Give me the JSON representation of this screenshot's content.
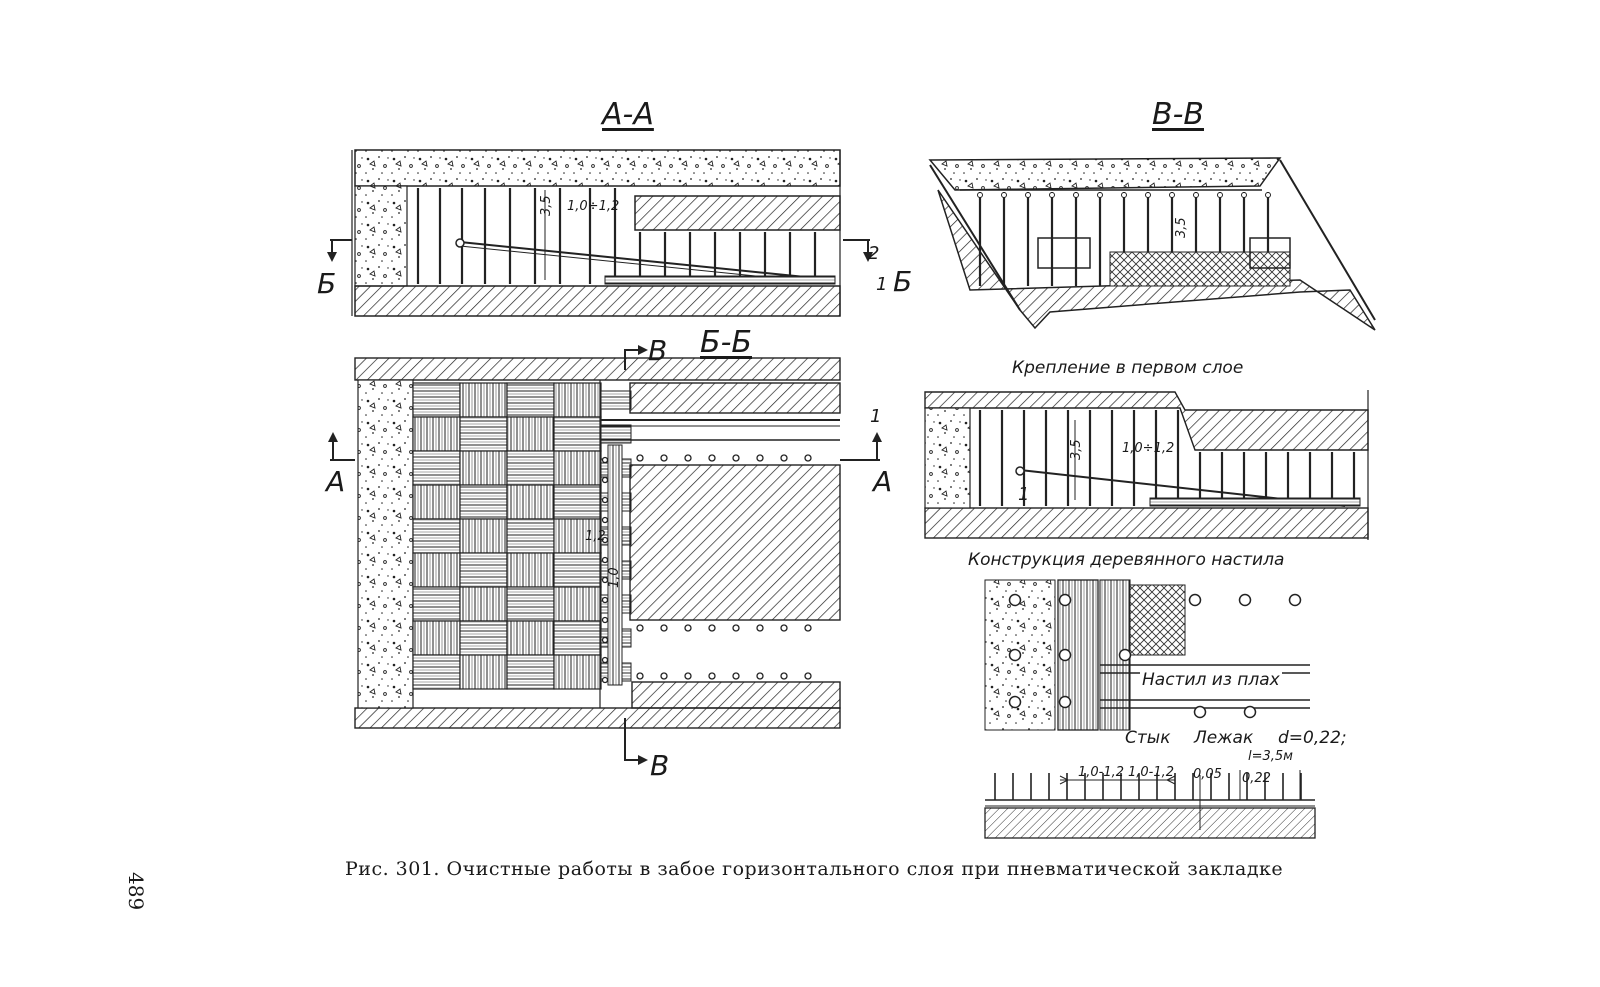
{
  "views": {
    "aa": {
      "title": "А-А"
    },
    "vv": {
      "title": "В-В"
    },
    "bb": {
      "title": "Б-Б"
    }
  },
  "section_markers": {
    "b": "Б",
    "a": "А",
    "v": "В"
  },
  "callouts": {
    "one": "1",
    "two": "2"
  },
  "dimensions": {
    "height": "3,5",
    "gap": "1,0÷1,2",
    "gap_short": "1,2",
    "gap_vertical": "1,0",
    "spacing_a": "1,0-1,2",
    "spacing_b": "1,0-1,2",
    "spacing_c": "0,05",
    "spacing_d": "0,22",
    "length": "l=3,5м",
    "diameter": "d=0,22;"
  },
  "labels": {
    "first_layer": "Крепление в первом слое",
    "deck": "Конструкция деревянного настила",
    "plank": "Настил из плах",
    "joint": "Стык",
    "sleeper": "Лежак"
  },
  "caption": {
    "text": "Рис. 301. Очистные работы в забое горизонтального   слоя при пневматической закладке"
  },
  "page_number": "489",
  "colors": {
    "ink": "#1a1a1a",
    "paper": "#ffffff"
  }
}
